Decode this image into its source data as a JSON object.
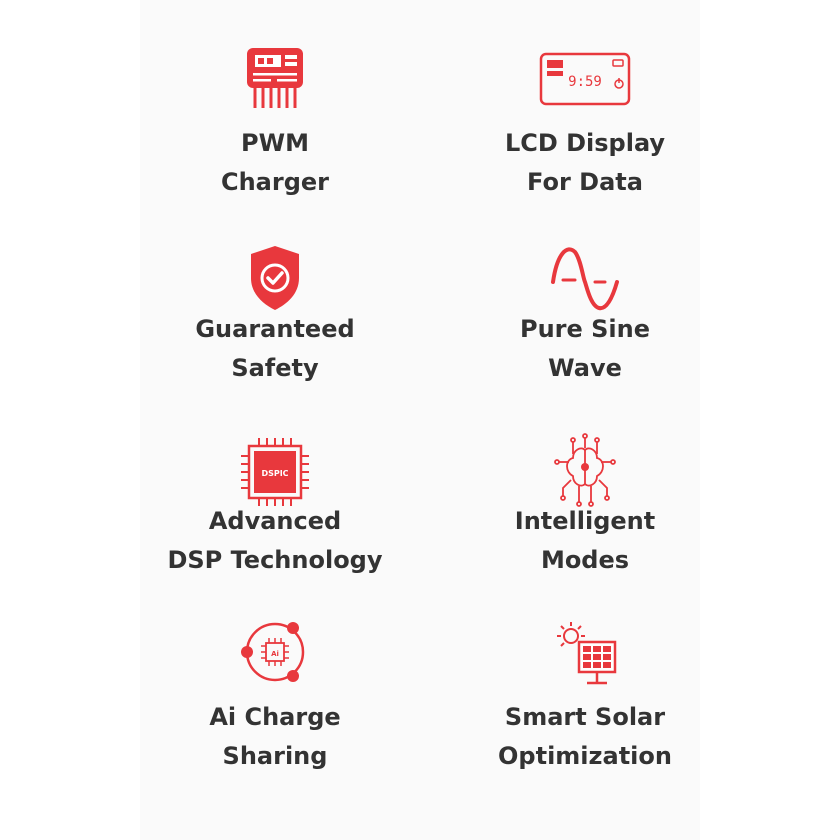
{
  "colors": {
    "accent": "#e8383d",
    "text": "#333333",
    "background": "#ffffff"
  },
  "features": [
    {
      "icon": "pwm-charger-icon",
      "line1": "PWM",
      "line2": "Charger"
    },
    {
      "icon": "lcd-display-icon",
      "line1": "LCD Display",
      "line2": "For Data",
      "display_text": "9:59"
    },
    {
      "icon": "shield-check-icon",
      "line1": "Guaranteed",
      "line2": "Safety"
    },
    {
      "icon": "sine-wave-icon",
      "line1": "Pure Sine",
      "line2": "Wave"
    },
    {
      "icon": "dsp-chip-icon",
      "line1": "Advanced",
      "line2": "DSP Technology",
      "chip_text": "DSPIC"
    },
    {
      "icon": "brain-circuit-icon",
      "line1": "Intelligent",
      "line2": "Modes"
    },
    {
      "icon": "ai-sharing-icon",
      "line1": "Ai Charge",
      "line2": "Sharing",
      "chip_text": "Ai"
    },
    {
      "icon": "solar-panel-icon",
      "line1": "Smart Solar",
      "line2": "Optimization"
    }
  ]
}
